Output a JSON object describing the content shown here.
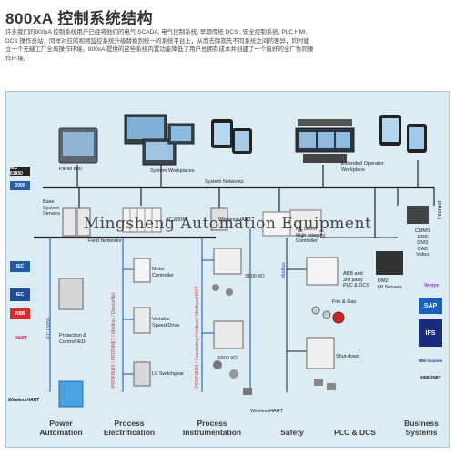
{
  "title": "800xA 控制系统结构",
  "intro": "许多我们的800xA 控制系统用户已经将他们的电气 SCADA, 电气控制系统, 早期传统 DCS , 安全控制系统, PLC HMI, DCS 操作员站，同样对应的视频监控系统升级替换到统一的系统平台上，从而去除现先不同系统之间的差异，同时建立一个无缝工厂全局操作环境。800xA 提供的这些系统内置功能降低了用户总拥有成本并创建了一个极好的全厂协同操作环境。",
  "labels": {
    "panel800": "Panel 800",
    "system_workplaces": "System Workplaces",
    "system_networks": "System Networks",
    "extended_operator": "Extended Operator\nWorkplace",
    "base_system_servers": "Base\nSystem\nServers",
    "field_networks": "Field Networks",
    "ac800m": "AC 800M",
    "wireless_hart_top": "WirelessHART",
    "ac800m_hic": "AC 800M\nHigh Integrity\nController",
    "motor_controller": "Motor\nController",
    "variable_speed_drive": "Variable\nSpeed Drive",
    "lv_switchgear": "LV Switchgear",
    "s800_io": "S800 I/O",
    "s900_io": "S900 I/O",
    "wireless_hart_bottom": "WirelessHART",
    "abb_3rd_party": "ABB and\n3rd party\nPLC & DCS",
    "dmz": "DMZ\nMI Servers",
    "fire_gas": "Fire & Gas",
    "shutdown": "Shut-down",
    "protection": "Protection &\nControl IED",
    "internet": "Internet",
    "business_list": "CMMS\nERP\nDMS\nCAD\nVideo"
  },
  "vertical_labels": {
    "iec61850": "IEC 61850",
    "profibus_left": "PROFIBUS / PROFINET / Modbus / DeviceNet",
    "profibus_mid": "PROFIBUS / Foundation Fieldbus / Modbus/HART",
    "modbus": "Modbus"
  },
  "categories": [
    "Power\nAutomation",
    "Process\nElectrification",
    "Process\nInstrumentation",
    "Safety",
    "PLC & DCS",
    "Business\nSystems"
  ],
  "left_logos": [
    "IEC 61850",
    "2000",
    "IEC",
    "IEC",
    "ABB",
    "HART",
    "WirelessHART"
  ],
  "right_logos": [
    "Ventyx",
    "SAP",
    "IFS",
    "IBM maximo",
    "VIDEONET"
  ],
  "watermark": "Mingsheng Automation Equipment",
  "colors": {
    "background_panel": "#dcecf4",
    "network_line": "#222222",
    "field_label": "#1a4fa0",
    "safety_label": "#c04040"
  }
}
